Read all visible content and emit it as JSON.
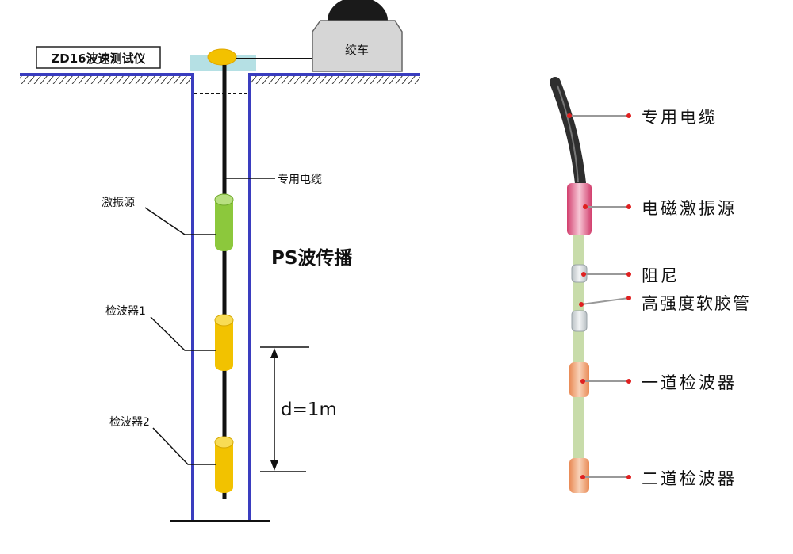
{
  "left_diagram": {
    "instrument_label": "ZD16波速测试仪",
    "winch_label": "绞车",
    "cable_label": "专用电缆",
    "source_label": "激振源",
    "wave_label": "PS波传播",
    "geophone1_label": "检波器1",
    "geophone2_label": "检波器2",
    "distance_label": "d=1m"
  },
  "right_diagram": {
    "labels": [
      "专用电缆",
      "电磁激振源",
      "阻尼",
      "高强度软胶管",
      "一道检波器",
      "二道检波器"
    ]
  },
  "colors": {
    "borehole": "#3a3dbf",
    "source_green": "#8cc83c",
    "geophone_yellow": "#f2c200",
    "winch_gray": "#d6d6d6",
    "em_source_pink": "#e0507a",
    "hose_green": "#c8dcaa",
    "geophone_orange": "#ee9a68",
    "pointer_red": "#e02020"
  }
}
